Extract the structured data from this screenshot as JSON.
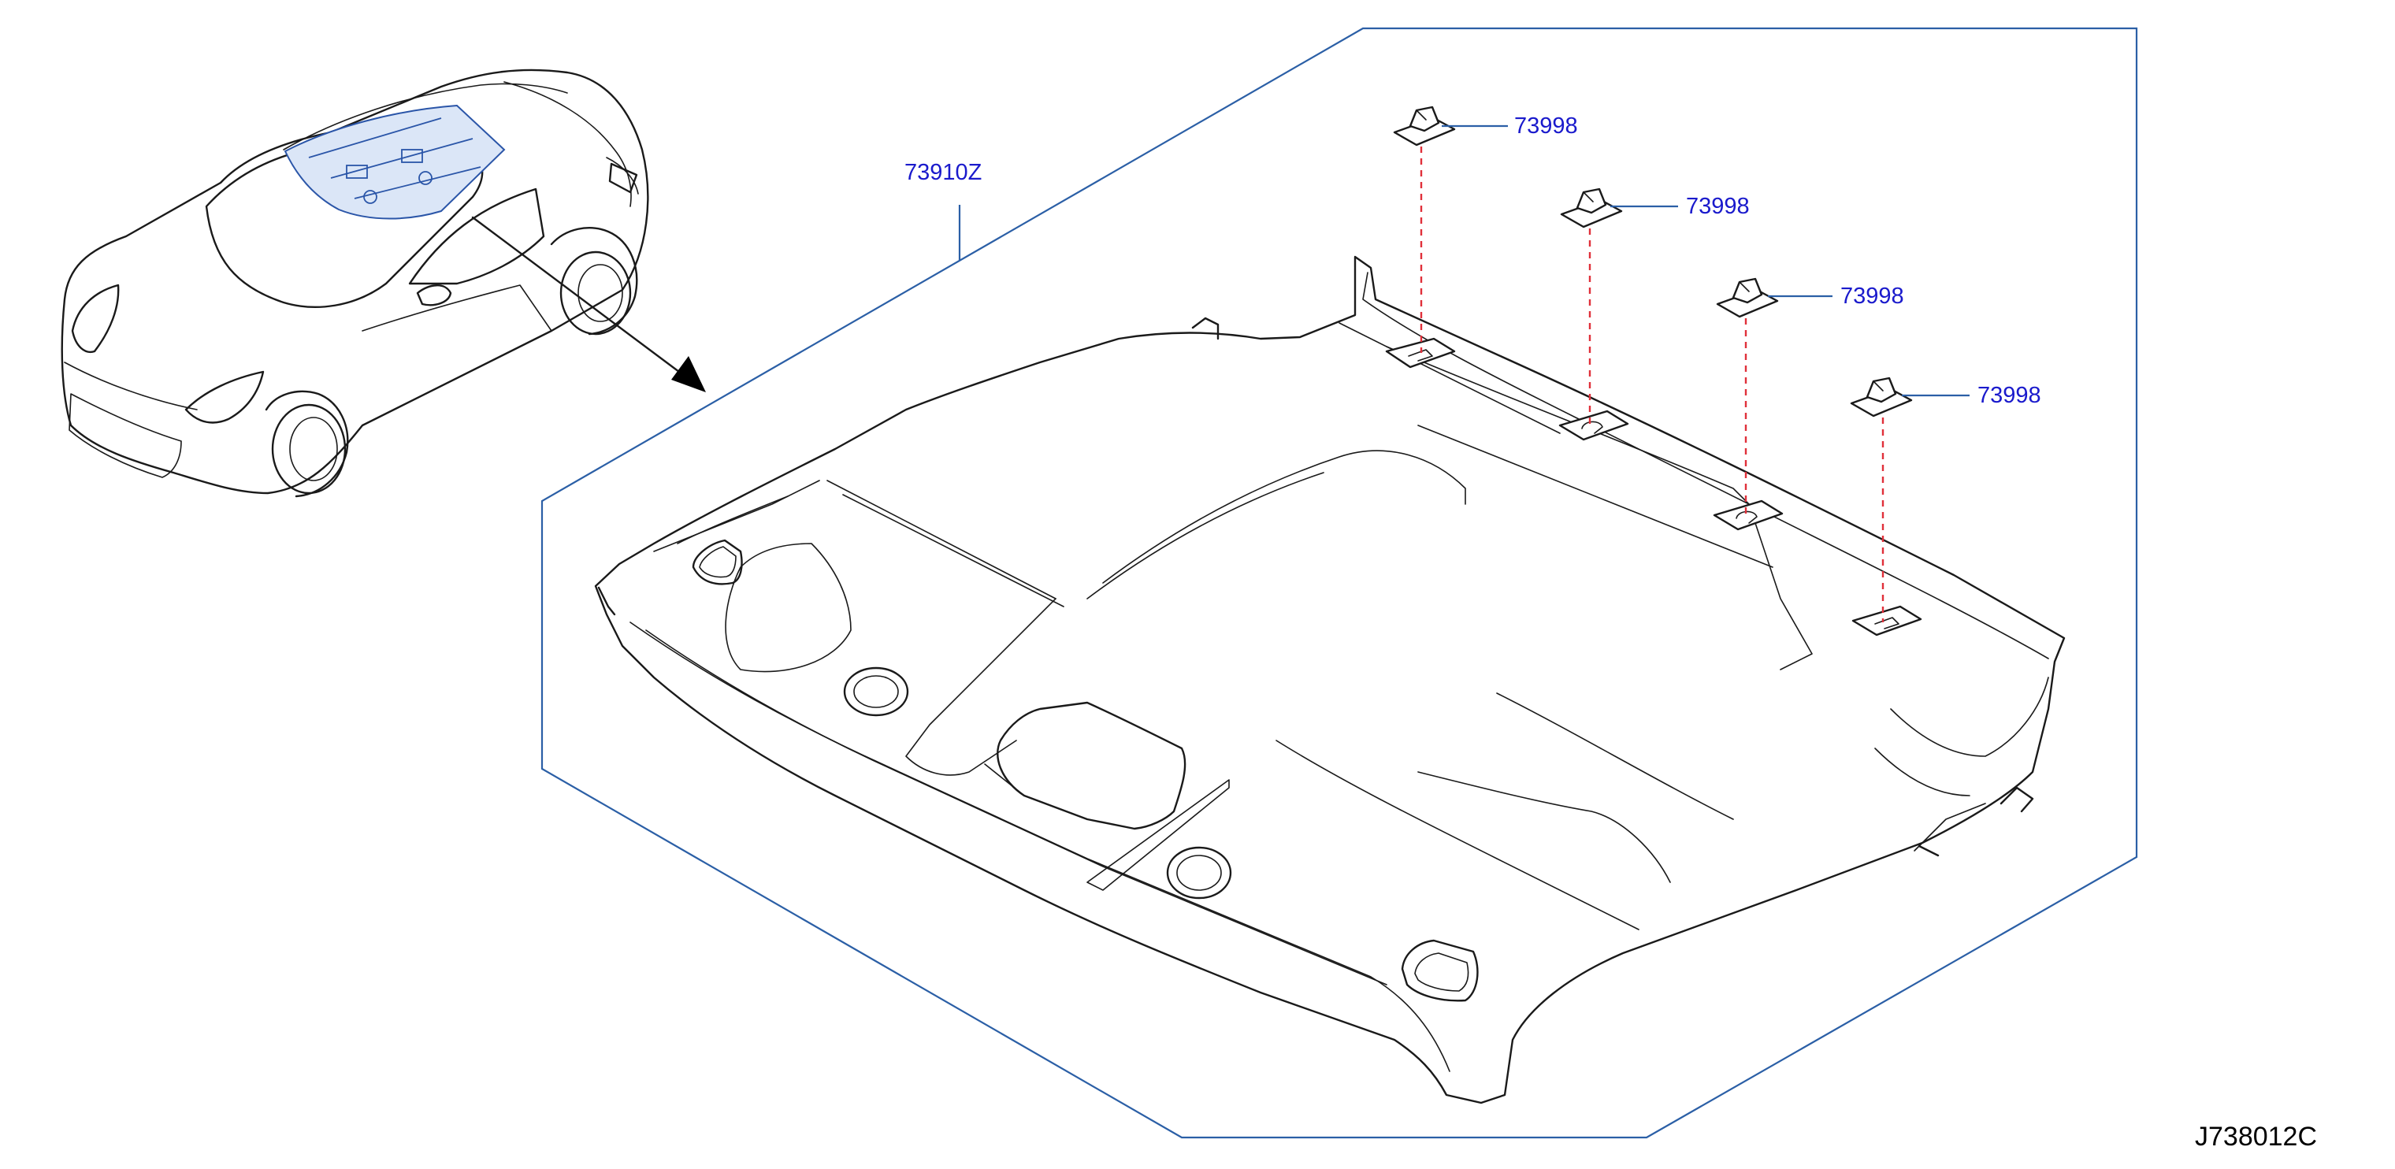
{
  "labels": {
    "headlining": "73910Z",
    "clip_1": "73998",
    "clip_2": "73998",
    "clip_3": "73998",
    "clip_4": "73998"
  },
  "diagram_ref": "J738012C",
  "colors": {
    "frame": "#2b5fa6",
    "label_text": "#1a1acc",
    "leader_dashed": "#e0303a",
    "highlight_part": "#dbe6f7"
  }
}
